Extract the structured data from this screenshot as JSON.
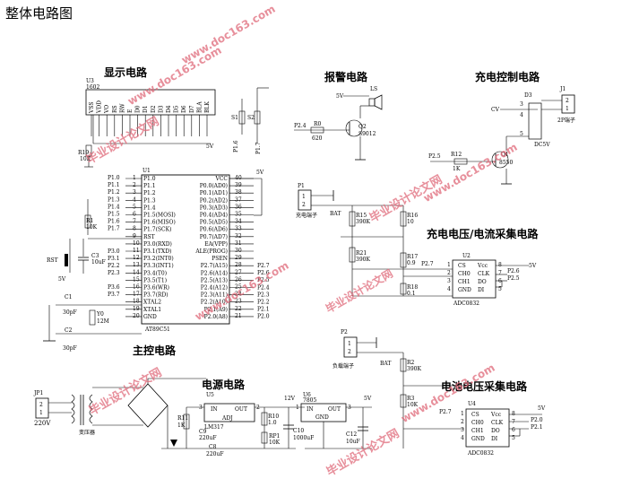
{
  "page_title": "整体电路图",
  "sections": {
    "display": "显示电路",
    "alarm": "报警电路",
    "charge_ctrl": "充电控制电路",
    "charge_sample": "充电电压/电流采集电路",
    "main_ctrl": "主控电路",
    "power": "电源电路",
    "battery_sample": "电池电压采集电路"
  },
  "lcd": {
    "ref": "U3",
    "part": "1602",
    "pins": [
      "VSS",
      "VDD",
      "VO",
      "RS",
      "RW",
      "E",
      "D0",
      "D1",
      "D2",
      "D3",
      "D4",
      "D5",
      "D6",
      "D7",
      "BLA",
      "BLK"
    ],
    "vcc_label": "5V",
    "pot_ref": "R19",
    "pot_val": "10K"
  },
  "mcu": {
    "ref": "U1",
    "part": "AT89C51",
    "left_nets": [
      "P1.0",
      "P1.1",
      "P1.2",
      "P1.3",
      "P1.4",
      "P1.5",
      "P1.6",
      "P1.7"
    ],
    "left_pins": [
      "P1.0",
      "P1.1",
      "P1.2",
      "P1.3",
      "P1.4",
      "P1.5(MOSI)",
      "P1.6(MISO)",
      "P1.7(SCK)",
      "RST",
      "P3.0(RXD)",
      "P3.1(TXD)",
      "P3.2(INT0)",
      "P3.3(INT1)",
      "P3.4(T0)",
      "P3.5(T1)",
      "P3.6(WR)",
      "P3.7(RD)",
      "XTAL2",
      "XTAL1",
      "GND"
    ],
    "left_nums": [
      "1",
      "2",
      "3",
      "4",
      "5",
      "6",
      "7",
      "8",
      "9",
      "10",
      "11",
      "12",
      "13",
      "14",
      "15",
      "16",
      "17",
      "18",
      "19",
      "20"
    ],
    "right_pins": [
      "VCC",
      "P0.0(AD0)",
      "P0.1(AD1)",
      "P0.2(AD2)",
      "P0.3(AD3)",
      "P0.4(AD4)",
      "P0.5(AD5)",
      "P0.6(AD6)",
      "P0.7(AD7)",
      "EA(VPP)",
      "ALE(PROG)",
      "PSEN",
      "P2.7(A15)",
      "P2.6(A14)",
      "P2.5(A13)",
      "P2.4(A12)",
      "P2.3(A11)",
      "P2.2(A10)",
      "P2.1(A9)",
      "P2.0(A8)"
    ],
    "right_nums": [
      "40",
      "39",
      "38",
      "37",
      "36",
      "35",
      "34",
      "33",
      "32",
      "31",
      "30",
      "29",
      "28",
      "27",
      "26",
      "25",
      "24",
      "23",
      "22",
      "21"
    ],
    "right_nets": [
      "P2.7",
      "P2.6",
      "P2.5",
      "P2.4",
      "P2.3",
      "P2.2",
      "P2.1",
      "P2.0"
    ],
    "lower_left_nets": [
      "P3.0",
      "P3.1",
      "P2.2",
      "P2.3",
      "P3.6",
      "P3.7"
    ],
    "r1_ref": "R1",
    "r1_val": "10K",
    "c3_ref": "C3",
    "c3_val": "10uF",
    "rst_label": "RST",
    "c1_ref": "C1",
    "c1_val": "30pF",
    "c2_ref": "C2",
    "c2_val": "30pF",
    "y0_ref": "Y0",
    "y0_val": "12M",
    "vcc_label": "5V"
  },
  "switches": {
    "s1": "S1",
    "s2": "S2",
    "p16": "P1.6",
    "p17": "P1.7"
  },
  "alarm": {
    "ls": "LS",
    "vcc": "5V",
    "net": "P2.4",
    "r_ref": "R0",
    "r_val": "620",
    "q_ref": "Q2",
    "q_part": "S9012"
  },
  "charge_ctrl": {
    "j1_ref": "J1",
    "j1_label": "2P端子",
    "j1_pins": [
      "2",
      "1"
    ],
    "cv": "CV",
    "relay": "DC5V",
    "diode": "D3",
    "r12_ref": "R12",
    "r12_val": "1K",
    "q1_ref": "Q1",
    "q1_part": "8550",
    "net": "P2.5",
    "pin_nums": [
      "3",
      "4",
      "5",
      "2",
      "1"
    ]
  },
  "charge_sample": {
    "p1_ref": "P1",
    "p1_label": "充电端子",
    "p1_pins": [
      "1",
      "2"
    ],
    "bat": "BAT",
    "r15": "R15",
    "r15_val": "390K",
    "r16": "R16",
    "r16_val": "10",
    "r21": "R21",
    "r21_val": "390K",
    "r17": "R17",
    "r17_val": "0.9",
    "r18": "R18",
    "r18_val": "0.1",
    "u2_ref": "U2",
    "u2_part": "ADC0832",
    "u2_pins_left": [
      "CS",
      "CH0",
      "CH1",
      "GND"
    ],
    "u2_pins_right": [
      "Vcc",
      "CLK",
      "DO",
      "DI"
    ],
    "u2_nums_left": [
      "1",
      "2",
      "3",
      "4"
    ],
    "u2_nums_right": [
      "8",
      "7",
      "6",
      "5"
    ],
    "nets": [
      "P2.7",
      "P2.6",
      "P2.5"
    ],
    "vcc": "5V"
  },
  "load": {
    "p2_ref": "P2",
    "p2_label": "负载端子",
    "p2_pins": [
      "1",
      "2"
    ],
    "bat": "BAT"
  },
  "battery_sample": {
    "r2": "R2",
    "r2_val": "390K",
    "r3": "R3",
    "r3_val": "10K",
    "u4_ref": "U4",
    "u4_part": "ADC0832",
    "u4_pins_left": [
      "CS",
      "CH0",
      "CH1",
      "GND"
    ],
    "u4_pins_right": [
      "Vcc",
      "CLK",
      "DO",
      "DI"
    ],
    "u4_nums_left": [
      "1",
      "2",
      "3",
      "4"
    ],
    "u4_nums_right": [
      "8",
      "7",
      "6",
      "5"
    ],
    "nets": [
      "P2.7",
      "P2.0",
      "P2.1"
    ],
    "vcc": "5V"
  },
  "power": {
    "jp1_ref": "JP1",
    "jp1_pins": [
      "2",
      "1"
    ],
    "v_in": "220V",
    "transformer": "变压器",
    "u5_ref": "U5",
    "u5_part": "LM317",
    "u5_in": "IN",
    "u5_out": "OUT",
    "u5_adj": "ADJ",
    "r11": "R11",
    "r11_val": "1K",
    "c9": "C9",
    "c9_val": "220uF",
    "c8": "C8",
    "c8_val": "220uF",
    "r10": "R10",
    "r10_val": "1.0",
    "rp1": "RP1",
    "rp1_val": "10K",
    "c10": "C10",
    "c10_val": "1000uF",
    "v12": "12V",
    "u6_ref": "U6",
    "u6_part": "7805",
    "u6_in": "IN",
    "u6_out": "OUT",
    "u6_gnd": "GND",
    "c12": "C12",
    "c12_val": "10uF",
    "v5": "5V",
    "pin_nums": [
      "1",
      "2",
      "3"
    ]
  },
  "watermarks": [
    "毕业设计论文网",
    "www.doc163.com",
    "毕业设计论文网",
    "www.doc163.com",
    "毕业设计论文网",
    "www.doc163.com",
    "毕业设计论文网",
    "www.doc163.com",
    "毕业设计论文网",
    "www.doc163.com"
  ]
}
